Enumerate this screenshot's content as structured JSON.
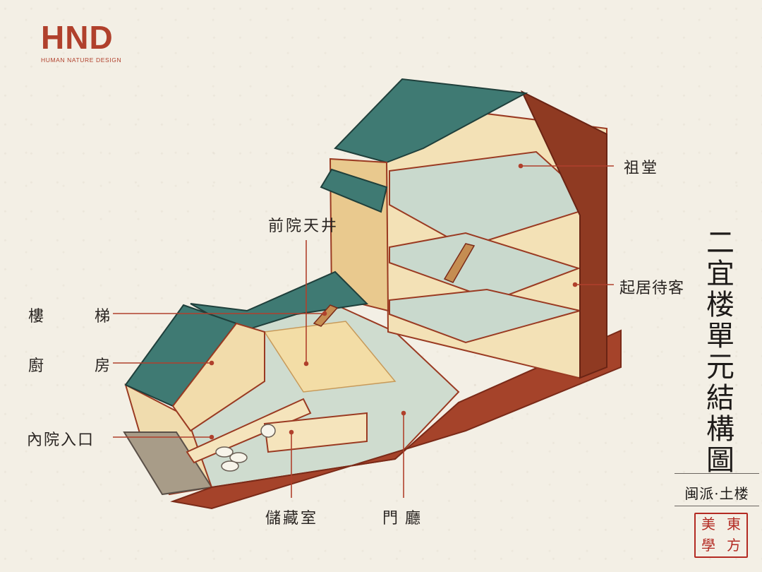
{
  "logo": {
    "mark": "HND",
    "subtitle": "HUMAN NATURE DESIGN"
  },
  "title": "二宜楼單元結構圖",
  "subtitle": "闽派·土楼",
  "seal": [
    "東",
    "方",
    "美",
    "學"
  ],
  "labels": {
    "ancestral_hall": "祖堂",
    "front_courtyard": "前院天井",
    "living_reception": "起居待客",
    "staircase": [
      "樓",
      "梯"
    ],
    "kitchen": [
      "廚",
      "房"
    ],
    "inner_entrance": "內院入口",
    "storage_room": "儲藏室",
    "entrance_hall": "門廳"
  },
  "colors": {
    "roof": "#3f7a73",
    "wall": "#f2dfb3",
    "floor": "#c7d8cc",
    "timber": "#9a3a22",
    "leader": "#b0402c"
  }
}
